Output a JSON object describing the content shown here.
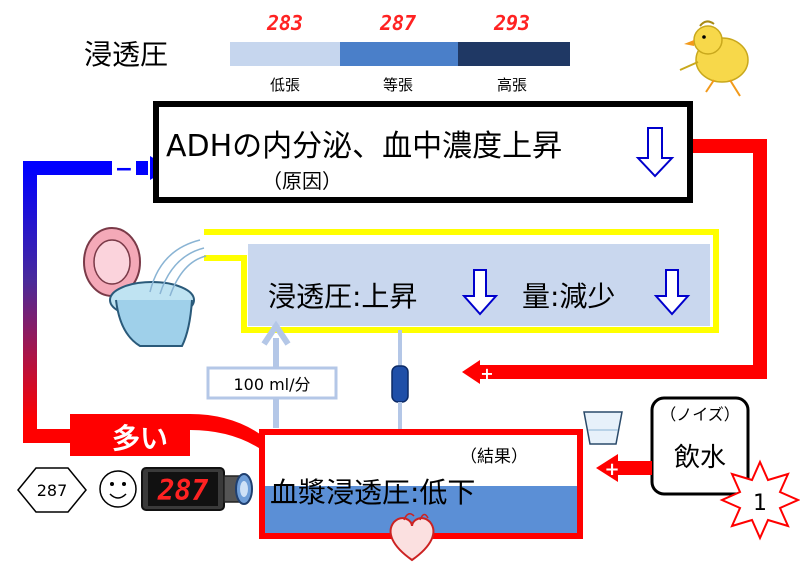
{
  "title": "浸透圧",
  "scale": {
    "values": [
      "283",
      "287",
      "293"
    ],
    "labels": [
      "低張",
      "等張",
      "高張"
    ],
    "colors": [
      "#c6d6ee",
      "#4a7fc9",
      "#1f3864"
    ]
  },
  "adh_box": {
    "title": "ADHの内分泌、血中濃度上昇",
    "cause": "（原因）",
    "arrow": "down-arrow"
  },
  "urine_box": {
    "osm_label": "浸透圧:上昇",
    "vol_label": "量:減少",
    "flow": "100 ml/分",
    "fill_color": "#c9d7ee",
    "border_color": "#ffff00"
  },
  "plasma_box": {
    "result": "（結果）",
    "label": "血漿浸透圧:低下",
    "fill_color": "#5b8fd6",
    "border_color": "#ff0000"
  },
  "noise": {
    "title": "（ノイズ）",
    "label": "飲水",
    "burst": "1"
  },
  "feedback": {
    "minus": "−",
    "plus": "+",
    "many": "多い"
  },
  "meter": {
    "diamond": "287",
    "display": "287",
    "smiley": "☺"
  }
}
